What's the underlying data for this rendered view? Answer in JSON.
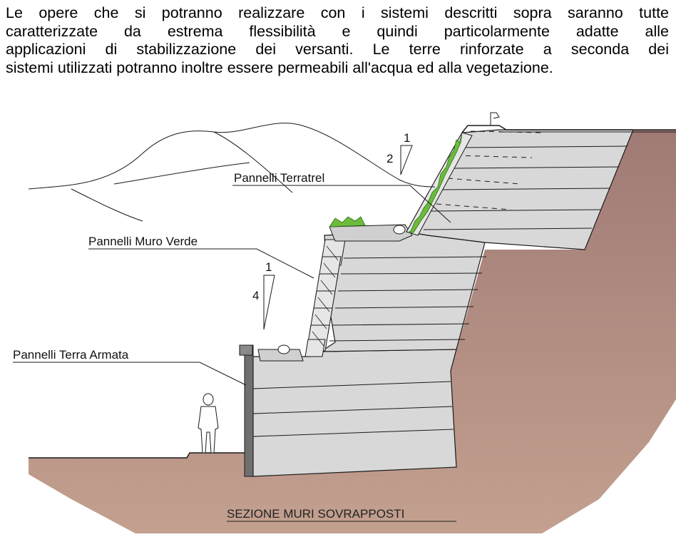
{
  "paragraph": {
    "lines": [
      "Le opere che si potranno realizzare con i sistemi descritti sopra saranno tutte",
      "caratterizzate da estrema flessibilità e quindi particolarmente adatte alle",
      "applicazioni di stabilizzazione dei versanti. Le terre rinforzate a seconda dei",
      "sistemi utilizzati potranno inoltre essere permeabili all'acqua ed alla vegetazione."
    ]
  },
  "diagram": {
    "labels": {
      "terratrel": "Pannelli Terratrel",
      "muro_verde": "Pannelli Muro Verde",
      "terra_armata": "Pannelli Terra Armata"
    },
    "slopes": {
      "upper": {
        "v": "2",
        "h": "1"
      },
      "middle": {
        "v": "4",
        "h": "1"
      }
    },
    "caption": "SEZIONE MURI SOVRAPPOSTI",
    "colors": {
      "soil": "#a87e77",
      "fill": "#d8d8d8",
      "vegetation": "#6cbb3c",
      "line": "#1a1a1a"
    }
  }
}
